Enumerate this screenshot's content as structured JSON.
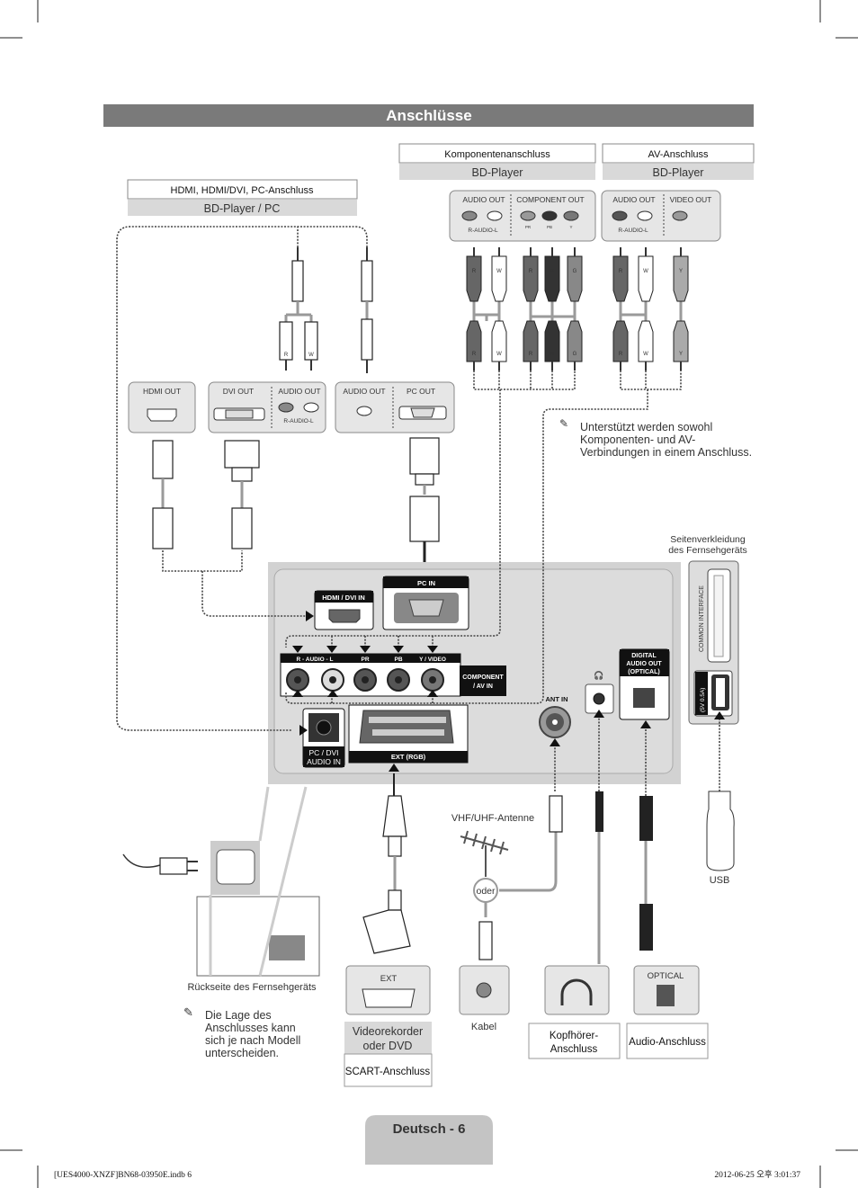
{
  "title": "Anschlüsse",
  "sections": {
    "hdmi": {
      "title": "HDMI, HDMI/DVI, PC-Anschluss",
      "device": "BD-Player / PC"
    },
    "component": {
      "title": "Komponentenanschluss",
      "device": "BD-Player"
    },
    "av": {
      "title": "AV-Anschluss",
      "device": "BD-Player"
    }
  },
  "source_panels": {
    "component": {
      "audio_out": "AUDIO OUT",
      "component_out": "COMPONENT OUT",
      "r_audio_l": "R-AUDIO-L",
      "pr": "PR",
      "pb": "PB",
      "y": "Y"
    },
    "av": {
      "audio_out": "AUDIO OUT",
      "video_out": "VIDEO OUT",
      "r_audio_l": "R-AUDIO-L"
    },
    "hdmi": {
      "hdmi_out": "HDMI OUT"
    },
    "dvi": {
      "dvi_out": "DVI OUT",
      "audio_out": "AUDIO OUT",
      "r_audio_l": "R-AUDIO-L"
    },
    "pc": {
      "audio_out": "AUDIO OUT",
      "pc_out": "PC OUT"
    }
  },
  "plug_labels": {
    "r": "R",
    "w": "W",
    "b": "B",
    "g": "G",
    "y": "Y"
  },
  "note_combined": [
    "Unterstützt werden sowohl",
    "Komponenten- und AV-",
    "Verbindungen in einem Anschluss."
  ],
  "tv_panel": {
    "hdmi_dvi_in": "HDMI / DVI IN",
    "pc_in": "PC IN",
    "r_audio_l": "R - AUDIO - L",
    "pr": "PR",
    "pb": "PB",
    "y_video": "Y / VIDEO",
    "component_av_in": [
      "COMPONENT",
      "/ AV IN"
    ],
    "pc_dvi_audio_in": [
      "PC / DVI",
      "AUDIO IN"
    ],
    "ext_rgb": "EXT (RGB)",
    "ant_in": "ANT IN",
    "digital_audio_out": [
      "DIGITAL",
      "AUDIO OUT",
      "(OPTICAL)"
    ]
  },
  "side_panel": {
    "caption": [
      "Seitenverkleidung",
      "des Fernsehgeräts"
    ],
    "common_interface": "COMMON INTERFACE",
    "usb_rating": "(5V 0.5A)"
  },
  "bottom": {
    "antenna": "VHF/UHF-Antenne",
    "oder": "oder",
    "usb": "USB",
    "tv_back": "Rückseite des Fernsehgeräts",
    "note_location": [
      "Die Lage des",
      "Anschlusses kann",
      "sich je nach Modell",
      "unterscheiden."
    ],
    "ext": "EXT",
    "vcr_dvd": [
      "Videorekorder",
      "oder DVD"
    ],
    "scart": "SCART-Anschluss",
    "kabel": "Kabel",
    "headphone": [
      "Kopfhörer-",
      "Anschluss"
    ],
    "optical": "OPTICAL",
    "audio": "Audio-Anschluss"
  },
  "footer": {
    "page": "Deutsch - 6",
    "file": "[UES4000-XNZF]BN68-03950E.indb   6",
    "timestamp": "2012-06-25  오후 3:01:37"
  },
  "colors": {
    "title_bar": "#7a7a7a",
    "subtitle_bar": "#d9d9d9",
    "tv_panel": "#d2d2d2",
    "page_tab": "#c4c4c4"
  }
}
